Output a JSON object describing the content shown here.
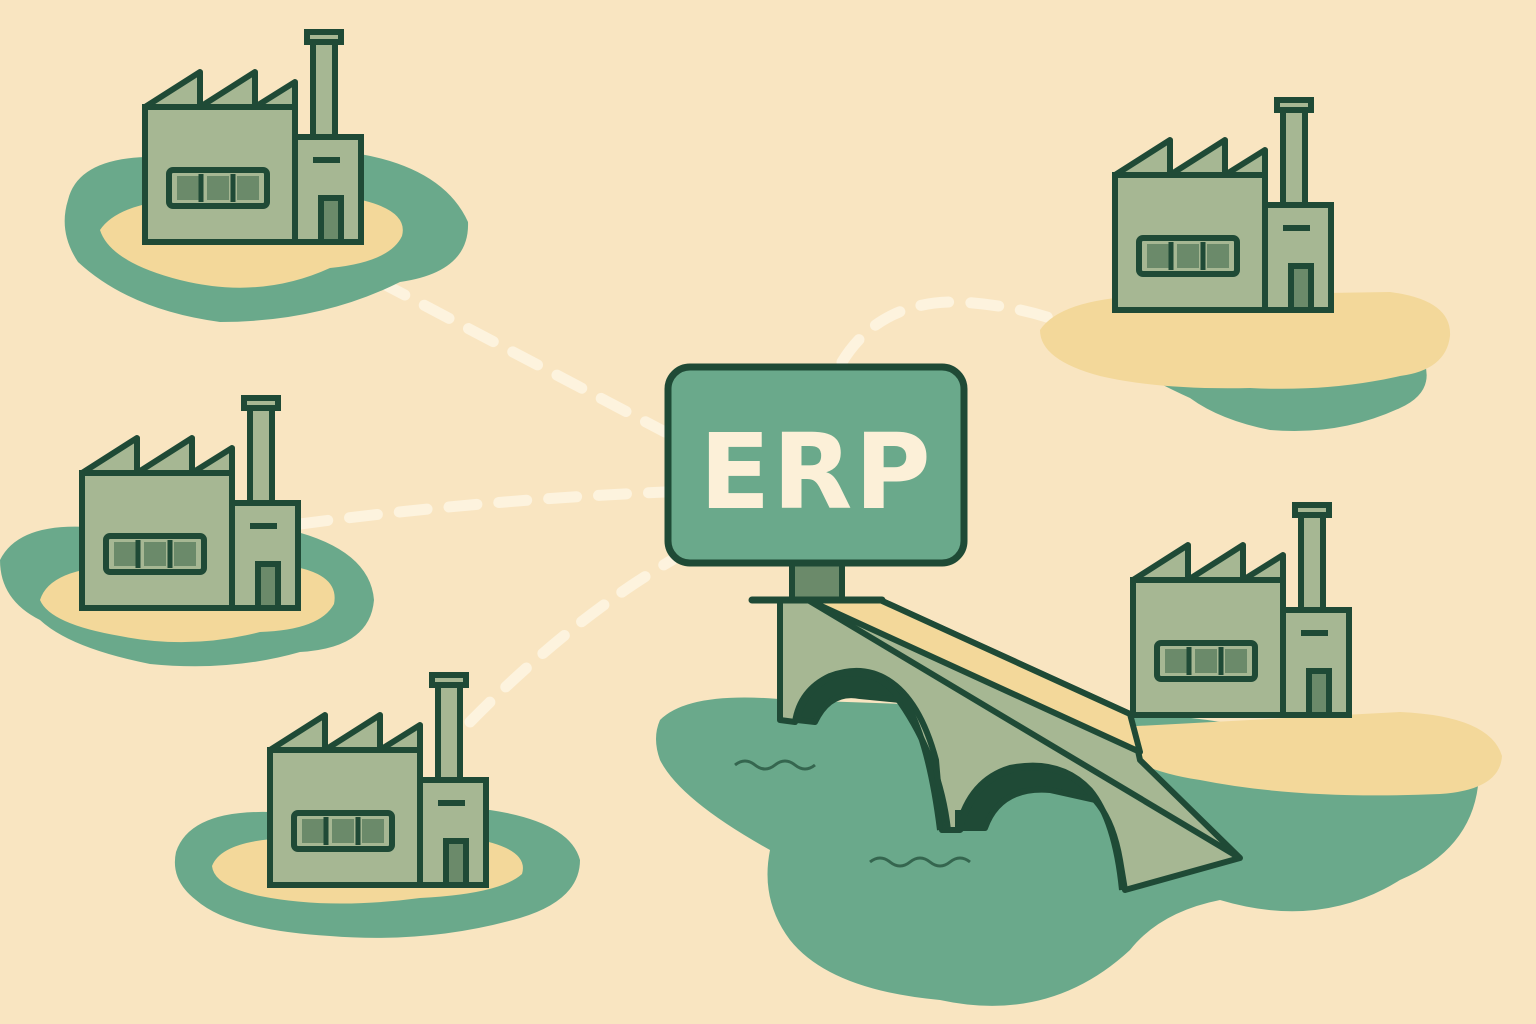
{
  "title": "",
  "hub": {
    "label": "ERP",
    "icon": "monitor-icon"
  },
  "sites": [
    {
      "name": "factory-top-left",
      "icon": "factory-icon"
    },
    {
      "name": "factory-middle-left",
      "icon": "factory-icon"
    },
    {
      "name": "factory-bottom-left",
      "icon": "factory-icon"
    },
    {
      "name": "factory-top-right",
      "icon": "factory-icon"
    },
    {
      "name": "factory-bottom-right",
      "icon": "factory-icon"
    }
  ],
  "bridge": {
    "icon": "bridge-icon"
  },
  "colors": {
    "background": "#f9e5c1",
    "outline": "#1f4a36",
    "water": "#6aa98b",
    "sand": "#f3d89a",
    "building": "#a6b793",
    "window": "#6b8a6a",
    "chimney": "#a6b793",
    "screen": "#6aa98b",
    "screen_text": "#fcf0d8",
    "dashes": "#fdf3de"
  }
}
